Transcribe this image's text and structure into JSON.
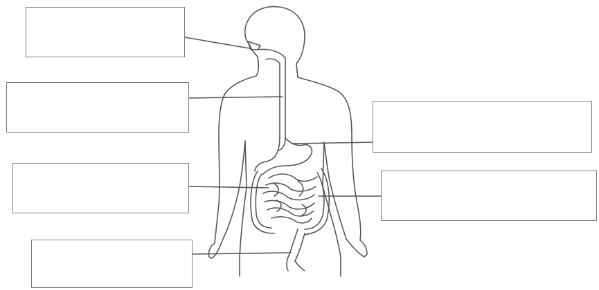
{
  "diagram": {
    "labels": [
      {
        "id": "mouth",
        "text": ""
      },
      {
        "id": "esophagus",
        "text": ""
      },
      {
        "id": "small-intestine",
        "text": ""
      },
      {
        "id": "rectum",
        "text": ""
      },
      {
        "id": "stomach",
        "text": ""
      },
      {
        "id": "large-intestine",
        "text": ""
      }
    ],
    "colors": {
      "outline": "#555555",
      "box_border": "#7a7a7a",
      "background": "#ffffff"
    }
  }
}
